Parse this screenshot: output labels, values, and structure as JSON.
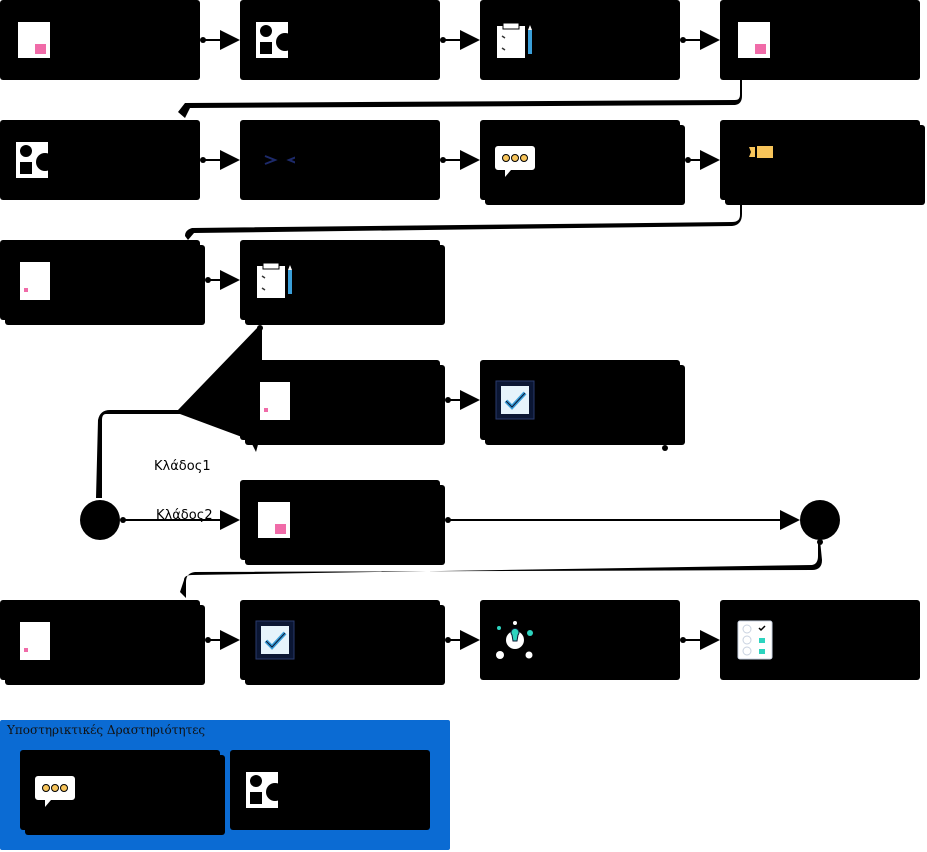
{
  "diagram": {
    "branches": {
      "branch_1": "Κλάδος1",
      "branch_2": "Κλάδος2"
    },
    "support_group": {
      "title": "Υποστηρικτικές Δραστηριότητες"
    },
    "colors": {
      "card": "#000000",
      "group_background": "#0b6bd3",
      "accent_pink": "#f06ba8",
      "accent_yellow": "#f7c45a",
      "accent_teal": "#2dd4bf",
      "accent_blue": "#3b9fd9"
    },
    "activities": [
      {
        "id": "row1-a",
        "icon": "document-icon"
      },
      {
        "id": "row1-b",
        "icon": "shapes-icon"
      },
      {
        "id": "row1-c",
        "icon": "checklist-pencil-icon"
      },
      {
        "id": "row1-d",
        "icon": "document-icon"
      },
      {
        "id": "row2-a",
        "icon": "shapes-icon"
      },
      {
        "id": "row2-b",
        "icon": "code-arrows-icon"
      },
      {
        "id": "row2-c",
        "icon": "chat-bubble-icon"
      },
      {
        "id": "row2-d",
        "icon": "tag-icon"
      },
      {
        "id": "row3-a",
        "icon": "document-icon"
      },
      {
        "id": "row3-b",
        "icon": "checklist-pencil-icon"
      },
      {
        "id": "branch1-a",
        "icon": "document-icon"
      },
      {
        "id": "branch1-b",
        "icon": "verified-check-icon"
      },
      {
        "id": "branch2-a",
        "icon": "document-icon"
      },
      {
        "id": "row6-a",
        "icon": "document-icon"
      },
      {
        "id": "row6-b",
        "icon": "verified-check-icon"
      },
      {
        "id": "row6-c",
        "icon": "lightbulb-network-icon"
      },
      {
        "id": "row6-d",
        "icon": "task-list-icon"
      },
      {
        "id": "support-a",
        "icon": "chat-bubble-icon"
      },
      {
        "id": "support-b",
        "icon": "shapes-icon"
      }
    ]
  }
}
